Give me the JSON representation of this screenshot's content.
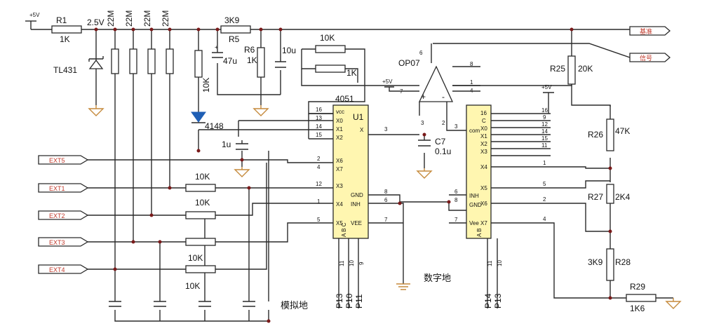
{
  "power": {
    "plus5": "+5V",
    "v25": "2.5V"
  },
  "resistors": {
    "r1": {
      "ref": "R1",
      "val": "1K"
    },
    "r5": {
      "ref": "R5",
      "val": "3K9"
    },
    "r6": {
      "ref": "R6",
      "val": "1K"
    },
    "r_10k_top": "10K",
    "r_1k_mid": "1K",
    "r_10k_vert": "10K",
    "r22m": [
      "22M",
      "22M",
      "22M",
      "22M"
    ],
    "r10k_inputs": [
      "10K",
      "10K",
      "10K",
      "10K"
    ],
    "r25": {
      "ref": "R25",
      "val": "20K"
    },
    "r26": {
      "ref": "R26",
      "val": "47K"
    },
    "r27": {
      "ref": "R27",
      "val": "2K4"
    },
    "r28": {
      "ref": "R28",
      "val": "3K9"
    },
    "r29": {
      "ref": "R29",
      "val": "1K6"
    }
  },
  "caps": {
    "c47u": "47u",
    "c10u": "10u",
    "c1u": "1u",
    "c7": {
      "ref": "C7",
      "val": "0.1u"
    }
  },
  "semis": {
    "tl431": "TL431",
    "d4148": "4148",
    "op07": "OP07"
  },
  "u1": {
    "part": "4051",
    "ref": "U1",
    "left_pins_num": [
      "16",
      "13",
      "14",
      "15",
      "2",
      "4",
      "12",
      "1",
      "5"
    ],
    "left_pins_name": [
      "vcc",
      "X0",
      "X1",
      "X2",
      "X6",
      "X7",
      "X3",
      "X4",
      "X5"
    ],
    "right_pins_name": [
      "X",
      "GND",
      "INH",
      "VEE"
    ],
    "right_pins_num": [
      "3",
      "8",
      "6",
      "7"
    ],
    "bottom_name": "A B C",
    "bottom_nums": [
      "11",
      "10",
      "9"
    ],
    "bottom_nets": [
      "P13",
      "P10",
      "P11"
    ]
  },
  "u2": {
    "left_pins_num": [
      "3",
      "6",
      "8",
      "7"
    ],
    "left_pins_name": [
      "com",
      "INH",
      "GND",
      "Vee"
    ],
    "right_pins_name": [
      "16",
      "C",
      "X0",
      "X1",
      "X2",
      "X3",
      "X4",
      "X5",
      "X6",
      "X7"
    ],
    "right_pins_num": [
      "16",
      "9",
      "12",
      "14",
      "15",
      "11",
      "1",
      "5",
      "2",
      "4"
    ],
    "bottom_name": "A B",
    "bottom_nums": [
      "11",
      "10"
    ],
    "bottom_nets": [
      "P14",
      "P13"
    ]
  },
  "opamp_pins": {
    "pin7": "7",
    "pin2": "2",
    "pin3": "3",
    "pin4": "4",
    "pin8": "8",
    "pin1": "1",
    "pin6": "6",
    "minus": "-",
    "plus": "+"
  },
  "ext_inputs": [
    "EXT5",
    "EXT1",
    "EXT2",
    "EXT3",
    "EXT4"
  ],
  "outputs": [
    "基准",
    "信号"
  ],
  "labels": {
    "digital_ground": "数字地",
    "analog_ground": "模拟地"
  }
}
